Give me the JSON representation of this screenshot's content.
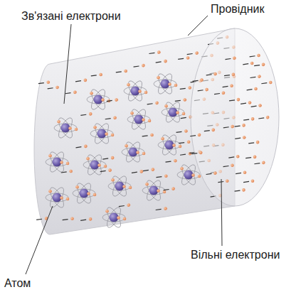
{
  "diagram": {
    "labels": [
      "Зв'язані електрони",
      "Провідник",
      "Атом",
      "Вільні електрони"
    ]
  }
}
